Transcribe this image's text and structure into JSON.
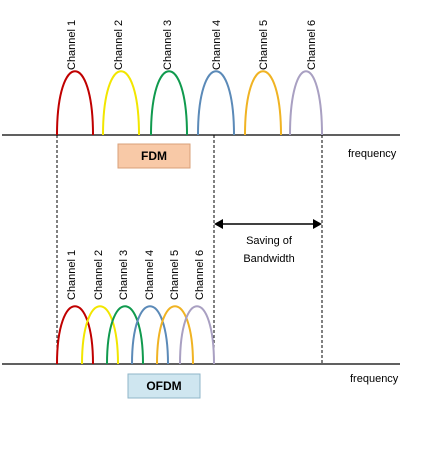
{
  "colors": {
    "ch1": "#c00000",
    "ch2": "#f2e600",
    "ch3": "#109a4e",
    "ch4": "#5b8ab8",
    "ch5": "#f0b323",
    "ch6": "#a9a0c2",
    "fdm_box_fill": "#f8c9a7",
    "ofdm_box_fill": "#cfe6f0"
  },
  "fdm": {
    "channels": [
      "Channel 1",
      "Channel 2",
      "Channel 3",
      "Channel 4",
      "Channel 5",
      "Channel 6"
    ],
    "box_label": "FDM",
    "axis_label": "frequency"
  },
  "ofdm": {
    "channels": [
      "Channel 1",
      "Channel 2",
      "Channel 3",
      "Channel 4",
      "Channel 5",
      "Channel 6"
    ],
    "box_label": "OFDM",
    "axis_label": "frequency"
  },
  "saving": {
    "line1": "Saving of",
    "line2": "Bandwidth"
  }
}
